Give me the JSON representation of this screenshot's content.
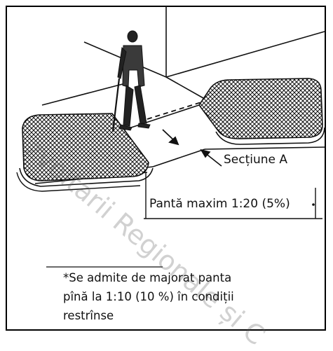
{
  "labels": {
    "section": "Secțiune A",
    "slope": "Pantă maxim 1:20 (5%)"
  },
  "note": {
    "line1": "*Se admite de majorat panta",
    "line2": "pînă la 1:10 (10 %) în condiții",
    "line3": "restrînse"
  },
  "watermark": "zvoltarii Regionale și C",
  "colors": {
    "ink": "#111111",
    "background": "#ffffff",
    "watermark": "#5a5a5a"
  }
}
